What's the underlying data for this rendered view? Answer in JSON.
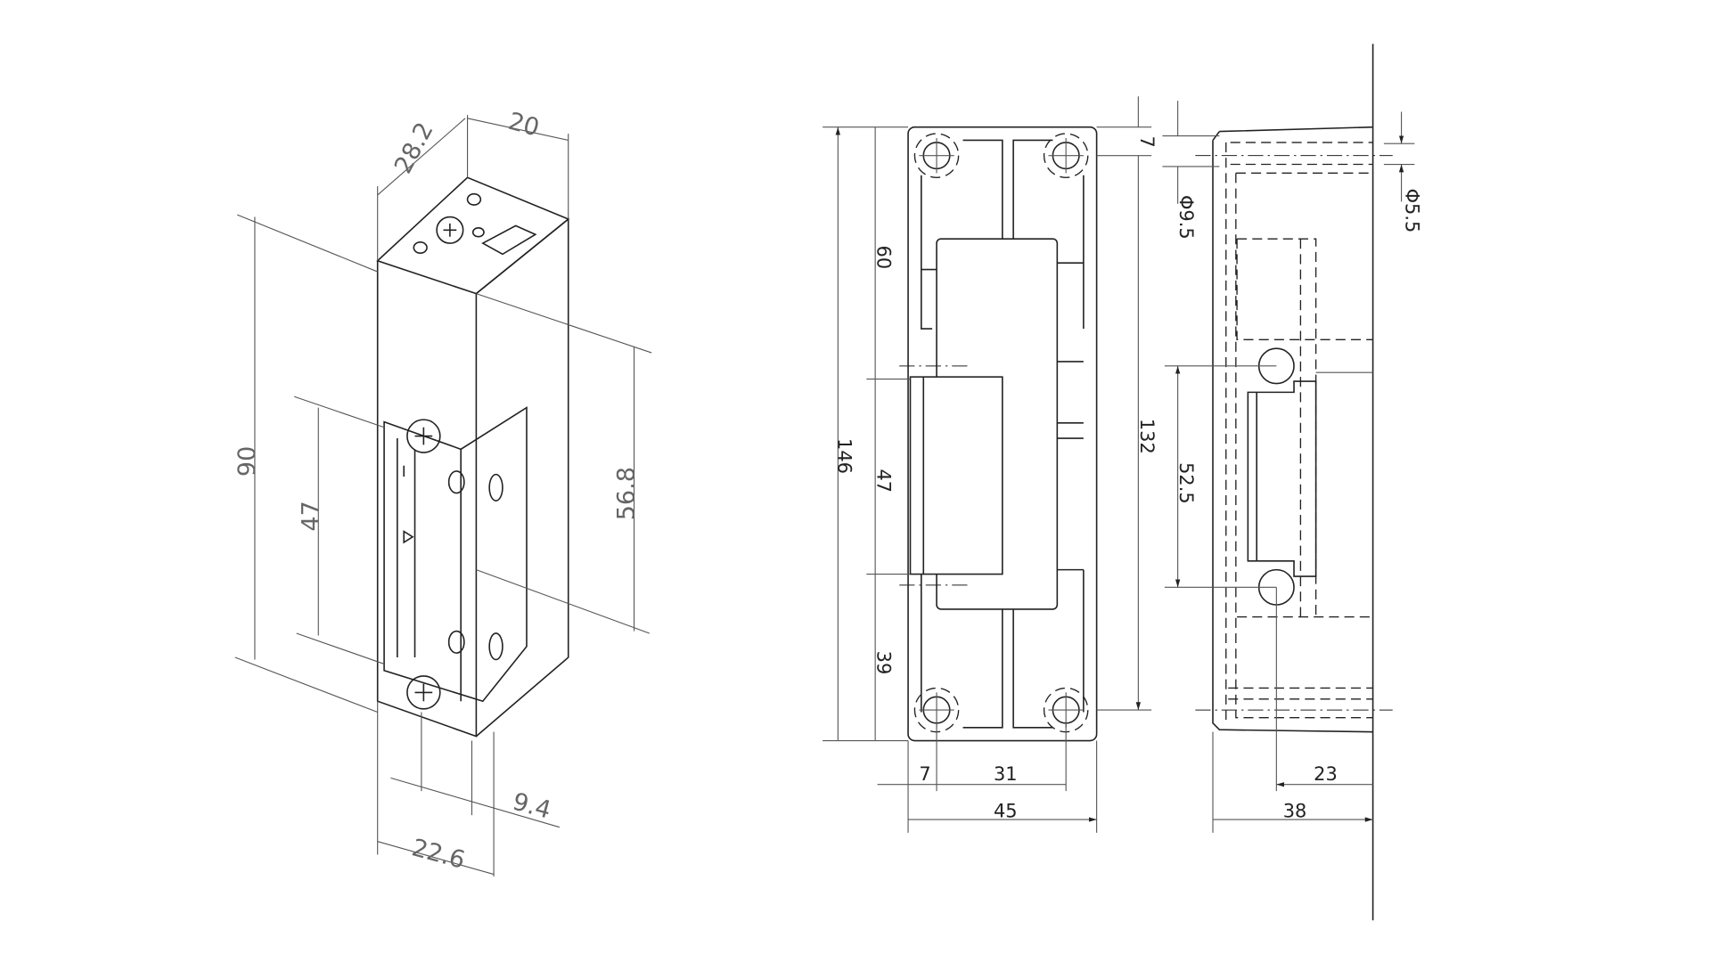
{
  "iso_view": {
    "depth": "28.2",
    "width_top": "20",
    "height_total": "90",
    "strike_height": "47",
    "body_height": "56.8",
    "offset": "9.4",
    "face_width": "22.6"
  },
  "front_view": {
    "total_height": "146",
    "upper": "60",
    "middle": "47",
    "lower": "39",
    "hole_offset_top": "7",
    "hole_spacing_vertical": "132",
    "hole_offset_side": "7",
    "hole_spacing_horizontal": "31",
    "total_width": "45"
  },
  "side_view": {
    "hole_diameter_large": "Φ9.5",
    "hole_diameter_small": "Φ5.5",
    "hole_spacing": "52.5",
    "hole_depth": "23",
    "total_depth": "38"
  }
}
